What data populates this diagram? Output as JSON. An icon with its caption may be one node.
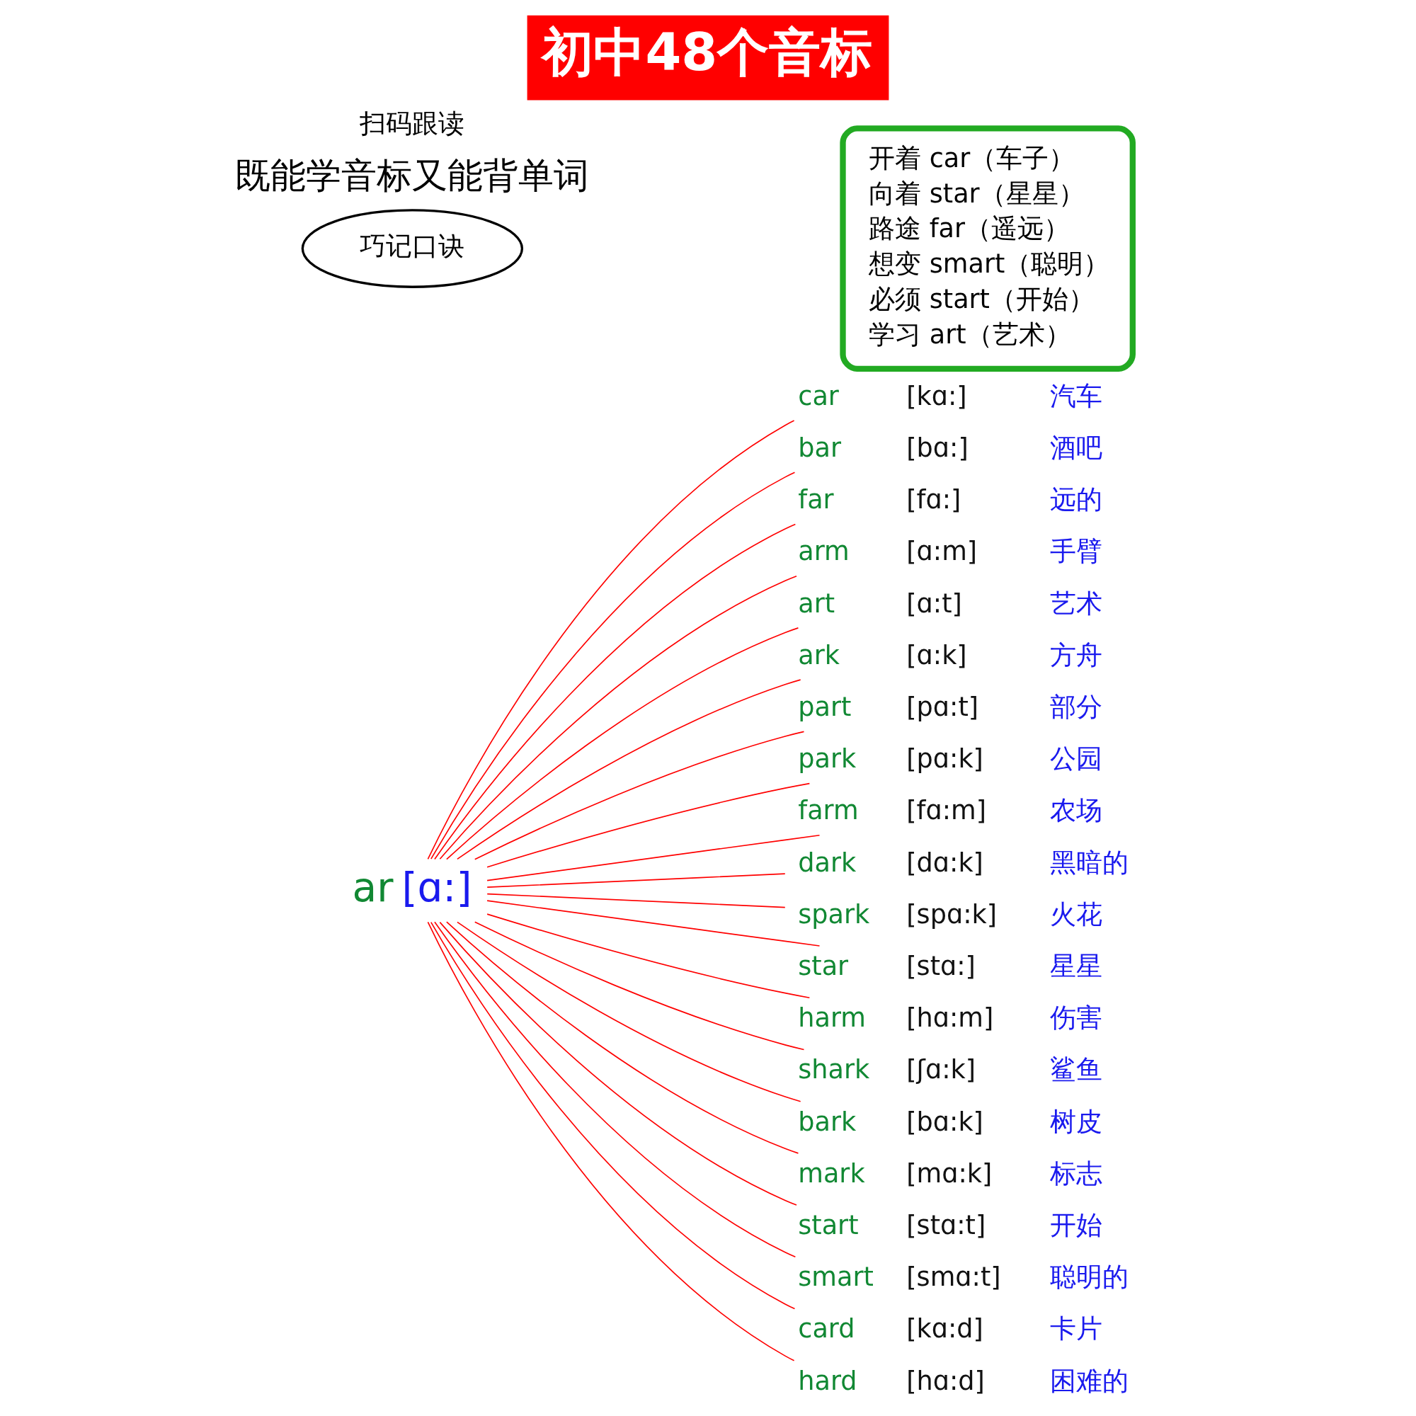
{
  "diagram": {
    "title": "初中48个音标",
    "nodes": [
      {
        "text": [
          "ar",
          "[ɑ:]"
        ]
      },
      {
        "text": [
          "car",
          "[kɑ:]",
          "汽车"
        ]
      },
      {
        "text": [
          "bar",
          "[bɑ:]",
          "酒吧"
        ]
      },
      {
        "text": [
          "far",
          "[fɑ:]",
          "远的"
        ]
      },
      {
        "text": [
          "arm",
          "[ɑ:m]",
          "手臂"
        ]
      },
      {
        "text": [
          "art",
          "[ɑ:t]",
          "艺术"
        ]
      },
      {
        "text": [
          "ark",
          "[ɑ:k]",
          "方舟"
        ]
      },
      {
        "text": [
          "part",
          "[pɑ:t]",
          "部分"
        ]
      },
      {
        "text": [
          "park",
          "[pɑ:k]",
          "公园"
        ]
      },
      {
        "text": [
          "farm",
          "[fɑ:m]",
          "农场"
        ]
      },
      {
        "text": [
          "dark",
          "[dɑ:k]",
          "黑暗的"
        ]
      },
      {
        "text": [
          "spark",
          "[spɑ:k]",
          "火花"
        ]
      },
      {
        "text": [
          "star",
          "[stɑ:]",
          "星星"
        ]
      },
      {
        "text": [
          "harm",
          "[hɑ:m]",
          "伤害"
        ]
      },
      {
        "text": [
          "shark",
          "[ʃɑ:k]",
          "鲨鱼"
        ]
      },
      {
        "text": [
          "bark",
          "[bɑ:k]",
          "树皮"
        ]
      },
      {
        "text": [
          "mark",
          "[mɑ:k]",
          "标志"
        ]
      },
      {
        "text": [
          "start",
          "[stɑ:t]",
          "开始"
        ]
      },
      {
        "text": [
          "smart",
          "[smɑ:t]",
          "聪明的"
        ]
      },
      {
        "text": [
          "card",
          "[kɑ:d]",
          "卡片"
        ]
      },
      {
        "text": [
          "hard",
          "[hɑ:d]",
          "困难的"
        ]
      },
      {
        "text": [
          "巧记口诀"
        ]
      },
      {
        "text": [
          "开着 car（车子）",
          "向着 star（星星）",
          "路途 far（遥远）",
          "想变 smart（聪明）",
          "必须 start（开始）",
          "学习 art（艺术）"
        ]
      }
    ],
    "edges": [
      {
        "from": 0,
        "to": 1,
        "arrow": "none"
      },
      {
        "from": 0,
        "to": 2,
        "arrow": "none"
      },
      {
        "from": 0,
        "to": 3,
        "arrow": "none"
      },
      {
        "from": 0,
        "to": 4,
        "arrow": "none"
      },
      {
        "from": 0,
        "to": 5,
        "arrow": "none"
      },
      {
        "from": 0,
        "to": 6,
        "arrow": "none"
      },
      {
        "from": 0,
        "to": 7,
        "arrow": "none"
      },
      {
        "from": 0,
        "to": 8,
        "arrow": "none"
      },
      {
        "from": 0,
        "to": 9,
        "arrow": "none"
      },
      {
        "from": 0,
        "to": 10,
        "arrow": "none"
      },
      {
        "from": 0,
        "to": 11,
        "arrow": "none"
      },
      {
        "from": 0,
        "to": 12,
        "arrow": "none"
      },
      {
        "from": 0,
        "to": 13,
        "arrow": "none"
      },
      {
        "from": 0,
        "to": 14,
        "arrow": "none"
      },
      {
        "from": 0,
        "to": 15,
        "arrow": "none"
      },
      {
        "from": 0,
        "to": 16,
        "arrow": "none"
      },
      {
        "from": 0,
        "to": 17,
        "arrow": "none"
      },
      {
        "from": 0,
        "to": 18,
        "arrow": "none"
      },
      {
        "from": 0,
        "to": 19,
        "arrow": "none"
      },
      {
        "from": 0,
        "to": 20,
        "arrow": "none"
      }
    ],
    "labels": [
      "既能学音标又能背单词",
      "扫码跟读"
    ]
  }
}
